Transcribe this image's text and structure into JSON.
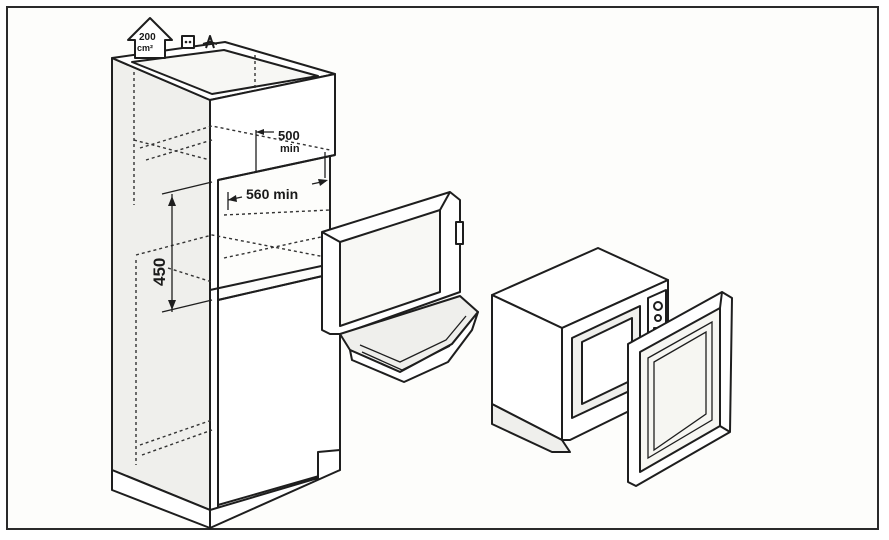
{
  "labels": {
    "vent_area_value": "200",
    "vent_area_unit": "cm²",
    "depth_min": "500",
    "depth_min_suffix": "min",
    "width_min": "560 min",
    "height": "450"
  },
  "icons": [
    "vent-arrow-icon",
    "power-socket-icon",
    "plug-icon"
  ]
}
